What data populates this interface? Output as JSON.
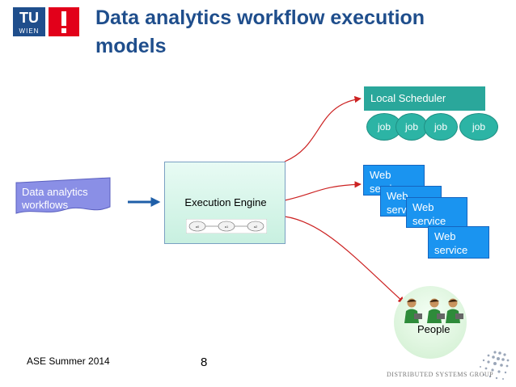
{
  "title": {
    "line1": "Data analytics workflow execution",
    "line2": "models"
  },
  "logo": {
    "text": "TU WIEN"
  },
  "input": {
    "line1": "Data analytics",
    "line2": "workflows"
  },
  "engine": {
    "label": "Execution Engine",
    "mini_nodes": [
      "a0",
      "a1",
      "a2"
    ]
  },
  "scheduler": {
    "label": "Local Scheduler",
    "jobs": [
      "job",
      "job",
      "job",
      "job"
    ]
  },
  "web_services": [
    {
      "line1": "Web",
      "line2": "service"
    },
    {
      "line1": "Web",
      "line2": "service"
    },
    {
      "line1": "Web",
      "line2": "service"
    },
    {
      "line1": "Web",
      "line2": "service"
    }
  ],
  "people": {
    "label": "People"
  },
  "footer": {
    "left": "ASE Summer 2014",
    "page": "8",
    "group": "DISTRIBUTED SYSTEMS GROUP"
  },
  "colors": {
    "title": "#1f4e8c",
    "teal": "#2aa79b",
    "web": "#1a94f0",
    "arrow": "#cc2222",
    "accent_red": "#e2001a"
  }
}
